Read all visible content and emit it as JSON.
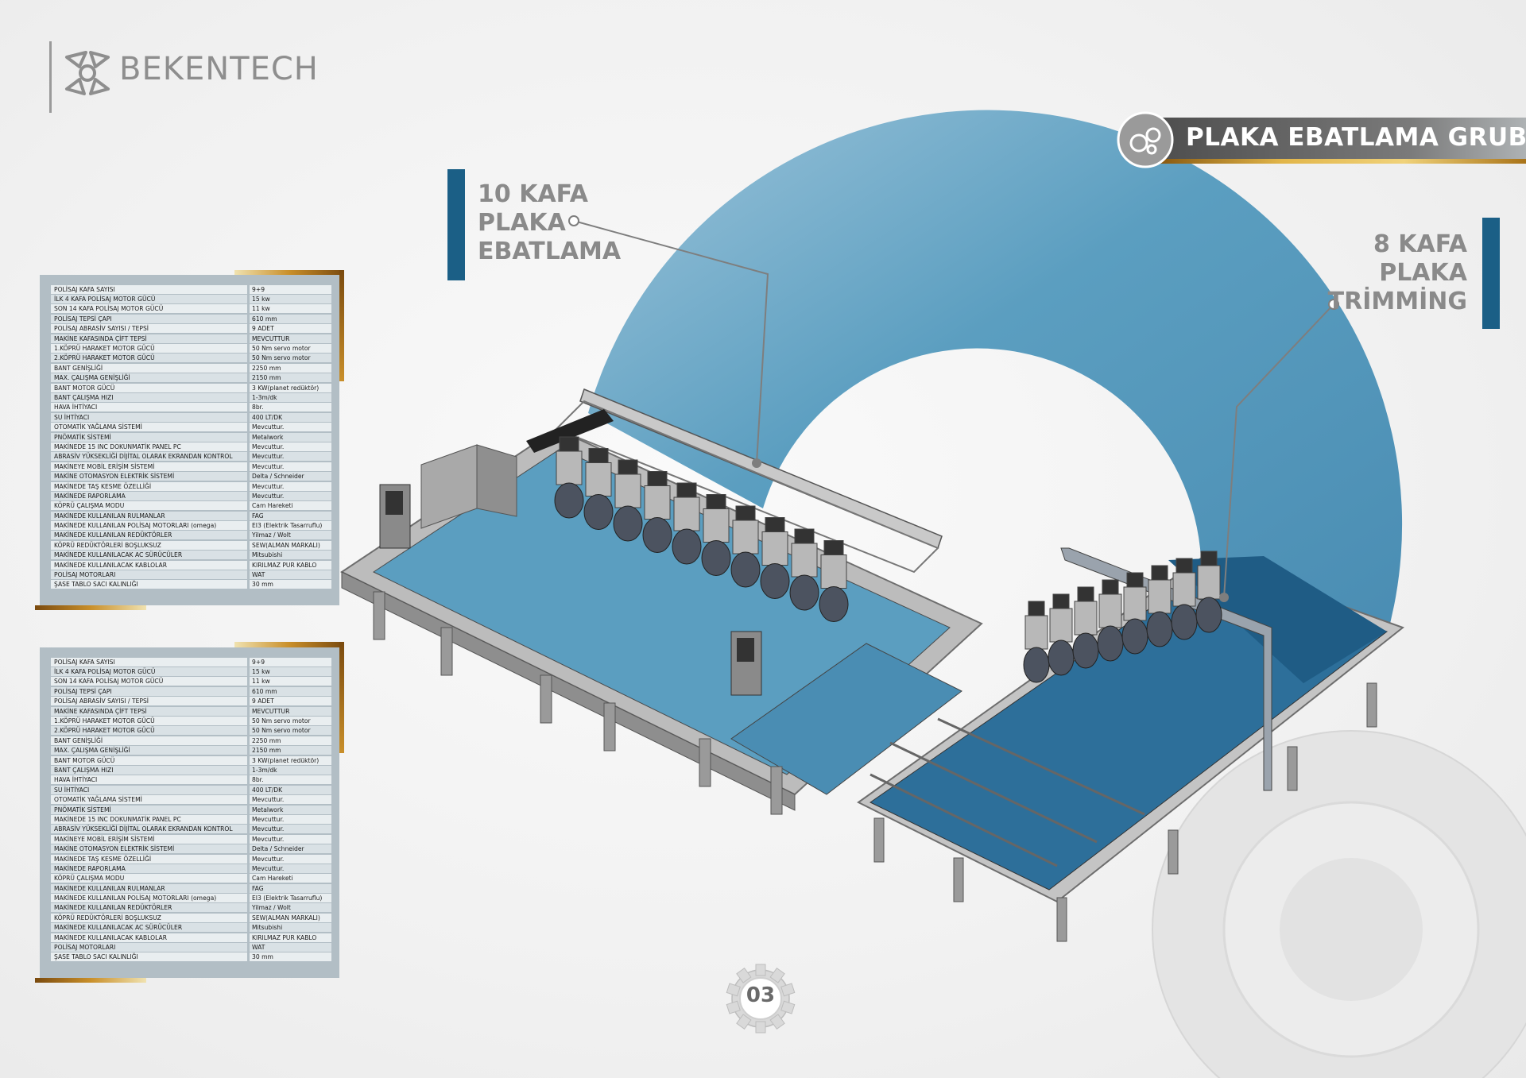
{
  "brand": {
    "name": "BEKENTECH"
  },
  "badge": {
    "title": "PLAKA EBATLAMA GRUBU"
  },
  "callout_left": {
    "lines": [
      "10 KAFA",
      "PLAKA",
      "EBATLAMA"
    ]
  },
  "callout_right": {
    "lines": [
      "8 KAFA",
      "PLAKA",
      "TRİMMİNG"
    ]
  },
  "colors": {
    "accent_blue": "#1b5f86",
    "arc_blue": "#5b9ec0",
    "belt_blue": "#2d6f9a",
    "gold": "#c98f2a"
  },
  "spec_tables": [
    {
      "rows": [
        {
          "k": "POLİSAJ KAFA SAYISI",
          "v": "9+9"
        },
        {
          "k": "İLK 4 KAFA POLİSAJ MOTOR GÜCÜ",
          "v": "15 kw"
        },
        {
          "k": "SON 14 KAFA POLİSAJ MOTOR GÜCÜ",
          "v": "11 kw"
        },
        {
          "k": "POLİSAJ TEPSİ ÇAPI",
          "v": "610 mm"
        },
        {
          "k": "POLİSAJ ABRASİV SAYISI / TEPSİ",
          "v": "9 ADET"
        },
        {
          "k": "MAKİNE KAFASINDA ÇİFT TEPSİ",
          "v": "MEVCUTTUR"
        },
        {
          "k": "1.KÖPRÜ HARAKET MOTOR GÜCÜ",
          "v": "50 Nm  servo motor"
        },
        {
          "k": "2.KÖPRÜ HARAKET MOTOR GÜCÜ",
          "v": "50 Nm  servo motor"
        },
        {
          "k": "BANT GENİŞLİĞİ",
          "v": "2250 mm"
        },
        {
          "k": "MAX. ÇALIŞMA GENİŞLİĞİ",
          "v": "2150 mm"
        },
        {
          "k": "BANT MOTOR GÜCÜ",
          "v": "3 KW(planet redüktör)"
        },
        {
          "k": "BANT ÇALIŞMA HIZI",
          "v": "1-3m/dk"
        },
        {
          "k": "HAVA İHTİYACI",
          "v": "8br."
        },
        {
          "k": "SU İHTİYACI",
          "v": "400 LT/DK"
        },
        {
          "k": "OTOMATİK YAĞLAMA SİSTEMİ",
          "v": "Mevcuttur."
        },
        {
          "k": "PNÖMATİK SİSTEMİ",
          "v": "Metalwork"
        },
        {
          "k": "MAKİNEDE 15 INC DOKUNMATİK PANEL PC",
          "v": "Mevcuttur."
        },
        {
          "k": "ABRASİV YÜKSEKLİĞİ DİJİTAL OLARAK EKRANDAN KONTROL",
          "v": "Mevcuttur."
        },
        {
          "k": "MAKİNEYE MOBİL ERİŞİM SİSTEMİ",
          "v": "Mevcuttur."
        },
        {
          "k": "MAKİNE OTOMASYON ELEKTRİK SİSTEMİ",
          "v": "Delta / Schneider"
        },
        {
          "k": "MAKİNEDE TAŞ KESME ÖZELLİĞİ",
          "v": "Mevcuttur."
        },
        {
          "k": "MAKİNEDE RAPORLAMA",
          "v": "Mevcuttur."
        },
        {
          "k": "KÖPRÜ ÇALIŞMA MODU",
          "v": "Cam Hareketi"
        },
        {
          "k": "MAKİNEDE KULLANILAN RULMANLAR",
          "v": "FAG"
        },
        {
          "k": "MAKİNEDE KULLANILAN POLİSAJ MOTORLARI (omega)",
          "v": "EI3 (Elektrik Tasarruflu)"
        },
        {
          "k": "MAKİNEDE KULLANILAN REDÜKTÖRLER",
          "v": "Yilmaz / Wolt"
        },
        {
          "k": "KÖPRÜ REDÜKTÖRLERİ BOŞLUKSUZ",
          "v": "SEW(ALMAN MARKALI)"
        },
        {
          "k": "MAKİNEDE KULLANILACAK AC SÜRÜCÜLER",
          "v": "Mitsubishi"
        },
        {
          "k": "MAKİNEDE KULLANILACAK KABLOLAR",
          "v": "KIRILMAZ PUR KABLO"
        },
        {
          "k": "POLİSAJ MOTORLARI",
          "v": "WAT"
        },
        {
          "k": "ŞASE TABLO SACI KALINLIĞI",
          "v": "30 mm"
        }
      ]
    },
    {
      "rows": [
        {
          "k": "POLİSAJ KAFA SAYISI",
          "v": "9+9"
        },
        {
          "k": "İLK 4 KAFA POLİSAJ MOTOR GÜCÜ",
          "v": "15 kw"
        },
        {
          "k": "SON 14 KAFA POLİSAJ MOTOR GÜCÜ",
          "v": "11 kw"
        },
        {
          "k": "POLİSAJ TEPSİ ÇAPI",
          "v": "610 mm"
        },
        {
          "k": "POLİSAJ ABRASİV SAYISI / TEPSİ",
          "v": "9 ADET"
        },
        {
          "k": "MAKİNE KAFASINDA ÇİFT TEPSİ",
          "v": "MEVCUTTUR"
        },
        {
          "k": "1.KÖPRÜ HARAKET MOTOR GÜCÜ",
          "v": "50 Nm  servo motor"
        },
        {
          "k": "2.KÖPRÜ HARAKET MOTOR GÜCÜ",
          "v": "50 Nm  servo motor"
        },
        {
          "k": "BANT GENİŞLİĞİ",
          "v": "2250 mm"
        },
        {
          "k": "MAX. ÇALIŞMA GENİŞLİĞİ",
          "v": "2150 mm"
        },
        {
          "k": "BANT MOTOR GÜCÜ",
          "v": "3 KW(planet redüktör)"
        },
        {
          "k": "BANT ÇALIŞMA HIZI",
          "v": "1-3m/dk"
        },
        {
          "k": "HAVA İHTİYACI",
          "v": "8br."
        },
        {
          "k": "SU İHTİYACI",
          "v": "400 LT/DK"
        },
        {
          "k": "OTOMATİK YAĞLAMA SİSTEMİ",
          "v": "Mevcuttur."
        },
        {
          "k": "PNÖMATİK SİSTEMİ",
          "v": "Metalwork"
        },
        {
          "k": "MAKİNEDE 15 INC DOKUNMATİK PANEL PC",
          "v": "Mevcuttur."
        },
        {
          "k": "ABRASİV YÜKSEKLİĞİ DİJİTAL OLARAK EKRANDAN KONTROL",
          "v": "Mevcuttur."
        },
        {
          "k": "MAKİNEYE MOBİL ERİŞİM SİSTEMİ",
          "v": "Mevcuttur."
        },
        {
          "k": "MAKİNE OTOMASYON ELEKTRİK SİSTEMİ",
          "v": "Delta / Schneider"
        },
        {
          "k": "MAKİNEDE TAŞ KESME ÖZELLİĞİ",
          "v": "Mevcuttur."
        },
        {
          "k": "MAKİNEDE RAPORLAMA",
          "v": "Mevcuttur."
        },
        {
          "k": "KÖPRÜ ÇALIŞMA MODU",
          "v": "Cam Hareketi"
        },
        {
          "k": "MAKİNEDE KULLANILAN RULMANLAR",
          "v": "FAG"
        },
        {
          "k": "MAKİNEDE KULLANILAN POLİSAJ MOTORLARI (omega)",
          "v": "EI3 (Elektrik Tasarruflu)"
        },
        {
          "k": "MAKİNEDE KULLANILAN REDÜKTÖRLER",
          "v": "Yilmaz / Wolt"
        },
        {
          "k": "KÖPRÜ REDÜKTÖRLERİ BOŞLUKSUZ",
          "v": "SEW(ALMAN MARKALI)"
        },
        {
          "k": "MAKİNEDE KULLANILACAK AC SÜRÜCÜLER",
          "v": "Mitsubishi"
        },
        {
          "k": "MAKİNEDE KULLANILACAK KABLOLAR",
          "v": "KIRILMAZ PUR KABLO"
        },
        {
          "k": "POLİSAJ MOTORLARI",
          "v": "WAT"
        },
        {
          "k": "ŞASE TABLO SACI KALINLIĞI",
          "v": "30 mm"
        }
      ]
    }
  ],
  "page_number": "03"
}
